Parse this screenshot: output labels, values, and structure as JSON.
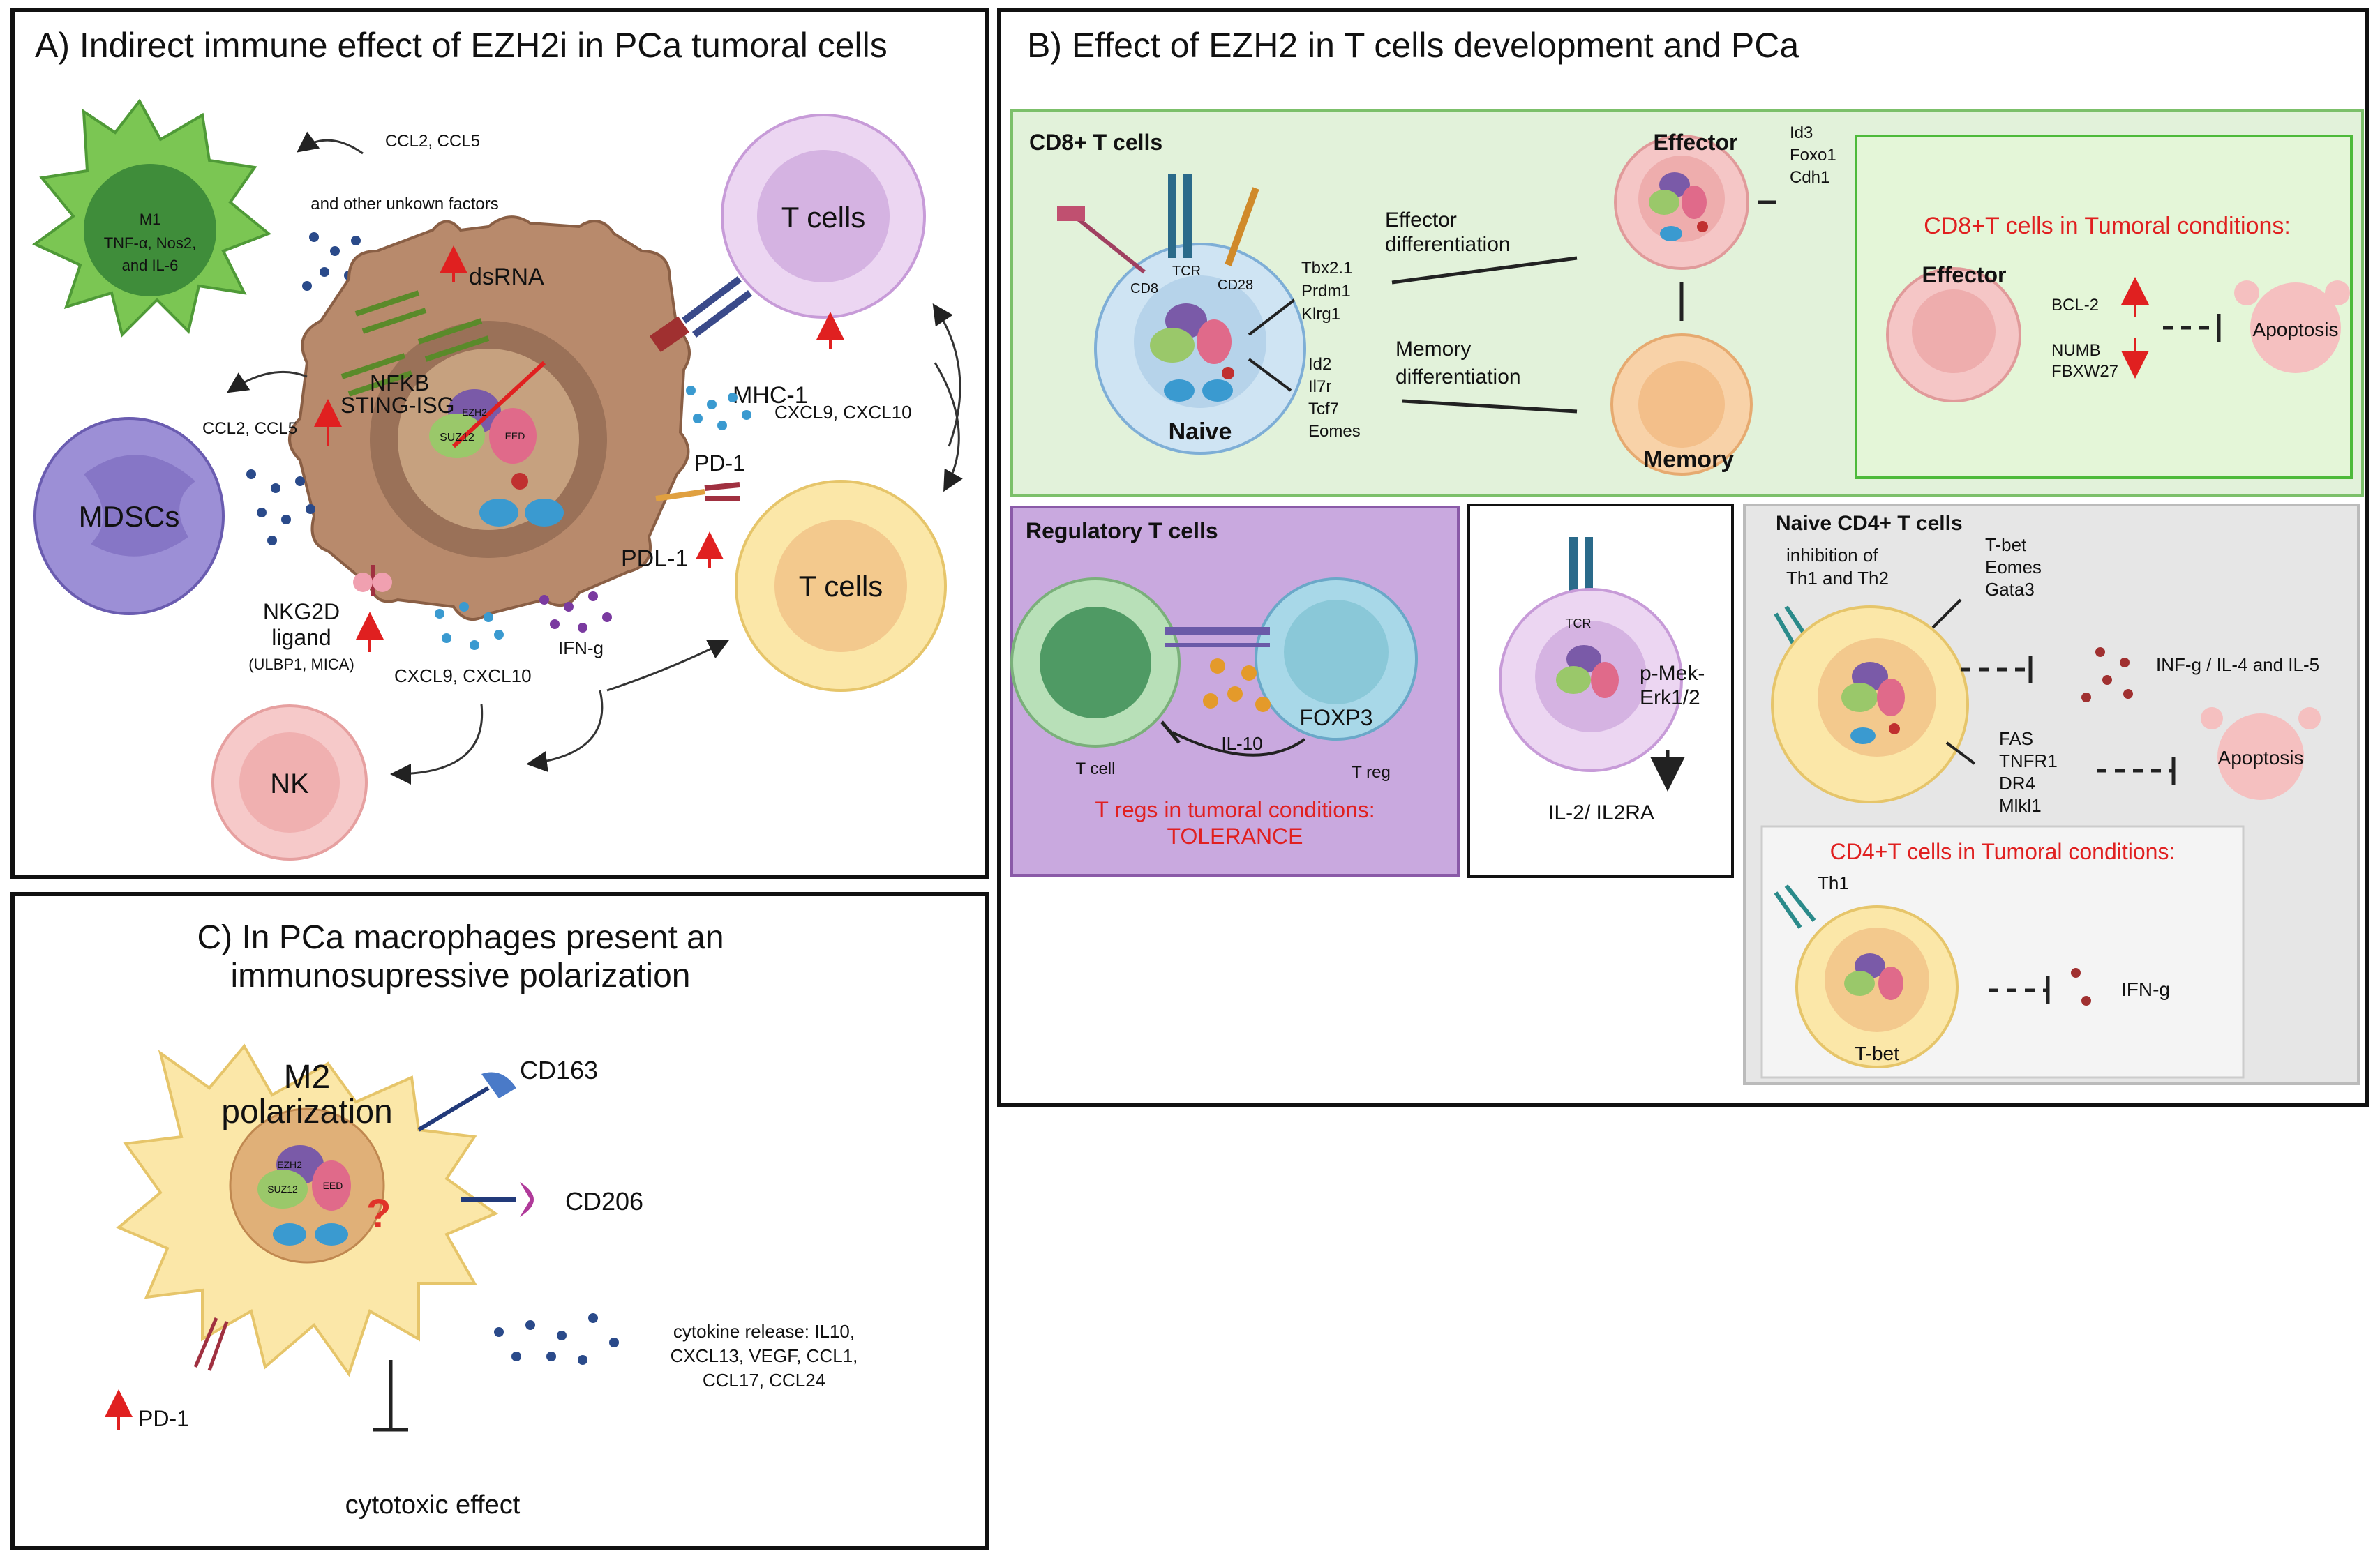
{
  "panel_a": {
    "title": "A) Indirect immune effect of EZH2i in PCa tumoral cells",
    "m1_label": "M1",
    "m1_cytokines_1": "TNF-α, Nos2,",
    "m1_cytokines_2": "and IL-6",
    "ccl_top_1": "CCL2, CCL5",
    "ccl_top_2": "and other unkown factors",
    "dsrna": "dsRNA",
    "t_cells_top": "T cells",
    "mhc1": "MHC-1",
    "ccl_left": "CCL2, CCL5",
    "nfkb": "NFKB",
    "sting": "STING-ISG",
    "cxcl_right": "CXCL9, CXCL10",
    "pd1": "PD-1",
    "mdscs": "MDSCs",
    "pdl1": "PDL-1",
    "t_cells_bottom": "T cells",
    "nkg2d_1": "NKG2D",
    "nkg2d_2": "ligand",
    "nkg2d_3": "(ULBP1, MICA)",
    "cxcl_bottom": "CXCL9, CXCL10",
    "ifng": "IFN-g",
    "nk": "NK",
    "suz12": "SUZ12",
    "ezh2": "EZH2",
    "eed": "EED"
  },
  "panel_b": {
    "title": "B) Effect of EZH2  in T cells development and PCa",
    "cd8_title": "CD8+ T cells",
    "cd8": "CD8",
    "tcr": "TCR",
    "cd28": "CD28",
    "naive": "Naive",
    "genes_effector": [
      "Tbx2.1",
      "Prdm1",
      "Klrg1"
    ],
    "genes_memory": [
      "Id2",
      "Il7r",
      "Tcf7",
      "Eomes"
    ],
    "effector_diff_1": "Effector",
    "effector_diff_2": "differentiation",
    "memory_diff_1": "Memory",
    "memory_diff_2": "differentiation",
    "effector": "Effector",
    "memory": "Memory",
    "genes_eff_right": [
      "Id3",
      "Foxo1",
      "Cdh1"
    ],
    "cd8_tumoral_title": "CD8+T cells in Tumoral conditions:",
    "cd8_tumoral_effector": "Effector",
    "bcl2": "BCL-2",
    "numb": "NUMB",
    "fbxw27": "FBXW27",
    "apoptosis": "Apoptosis",
    "treg_title": "Regulatory  T cells",
    "t_cell": "T cell",
    "il10": "IL-10",
    "foxp3": "FOXP3",
    "t_reg": "T reg",
    "treg_tumoral_1": "T regs in tumoral conditions:",
    "treg_tumoral_2": "TOLERANCE",
    "tcr_mid": "TCR",
    "pmek_1": "p-Mek-",
    "pmek_2": "Erk1/2",
    "il2": "IL-2/ IL2RA",
    "cd4_title": "Naive CD4+ T cells",
    "inhibition_1": "inhibition of",
    "inhibition_2": "Th1 and Th2",
    "th_genes": [
      "T-bet",
      "Eomes",
      "Gata3"
    ],
    "inf_g": "INF-g / IL-4 and IL-5",
    "death_genes": [
      "FAS",
      "TNFR1",
      "DR4",
      "Mlkl1"
    ],
    "apoptosis_cd4": "Apoptosis",
    "cd4_tumoral_title": "CD4+T cells in Tumoral conditions:",
    "th1": "Th1",
    "ifng_cd4": "IFN-g",
    "tbet": "T-bet"
  },
  "panel_c": {
    "title_1": "C) In PCa macrophages present an",
    "title_2": "immunosupressive polarization",
    "m2_1": "M2",
    "m2_2": "polarization",
    "cd163": "CD163",
    "cd206": "CD206",
    "question": "?",
    "cytokine_1": "cytokine release: IL10,",
    "cytokine_2": "CXCL13, VEGF, CCL1,",
    "cytokine_3": "CCL17, CCL24",
    "pd1": "PD-1",
    "cytotoxic": "cytotoxic effect"
  }
}
